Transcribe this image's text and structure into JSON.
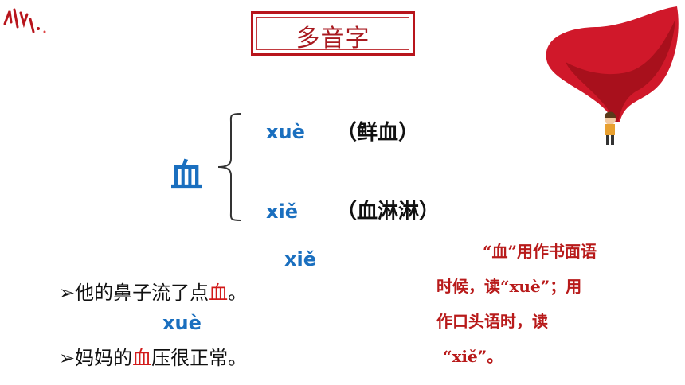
{
  "title": "多音字",
  "character": "血",
  "readings": [
    {
      "pinyin": "xuè",
      "example": "（鲜血）"
    },
    {
      "pinyin": "xiě",
      "example": "（血淋淋）"
    }
  ],
  "sentences": [
    {
      "pinyin": "xiě",
      "bullet": "➢",
      "before": "他的鼻子流了点",
      "highlight": "血",
      "after": "。"
    },
    {
      "pinyin": "xuè",
      "bullet": "➢",
      "before": "妈妈的",
      "highlight": "血",
      "after": "压很正常。"
    }
  ],
  "note": {
    "line1": "“血”用作书面语",
    "line2": "时候，读“xuè”；用",
    "line3": "作口头语时，读",
    "line4": "“xiě”。"
  },
  "colors": {
    "accent_red": "#b8151c",
    "pinyin_blue": "#1a6fbf",
    "highlight_red": "#d21a1a"
  }
}
